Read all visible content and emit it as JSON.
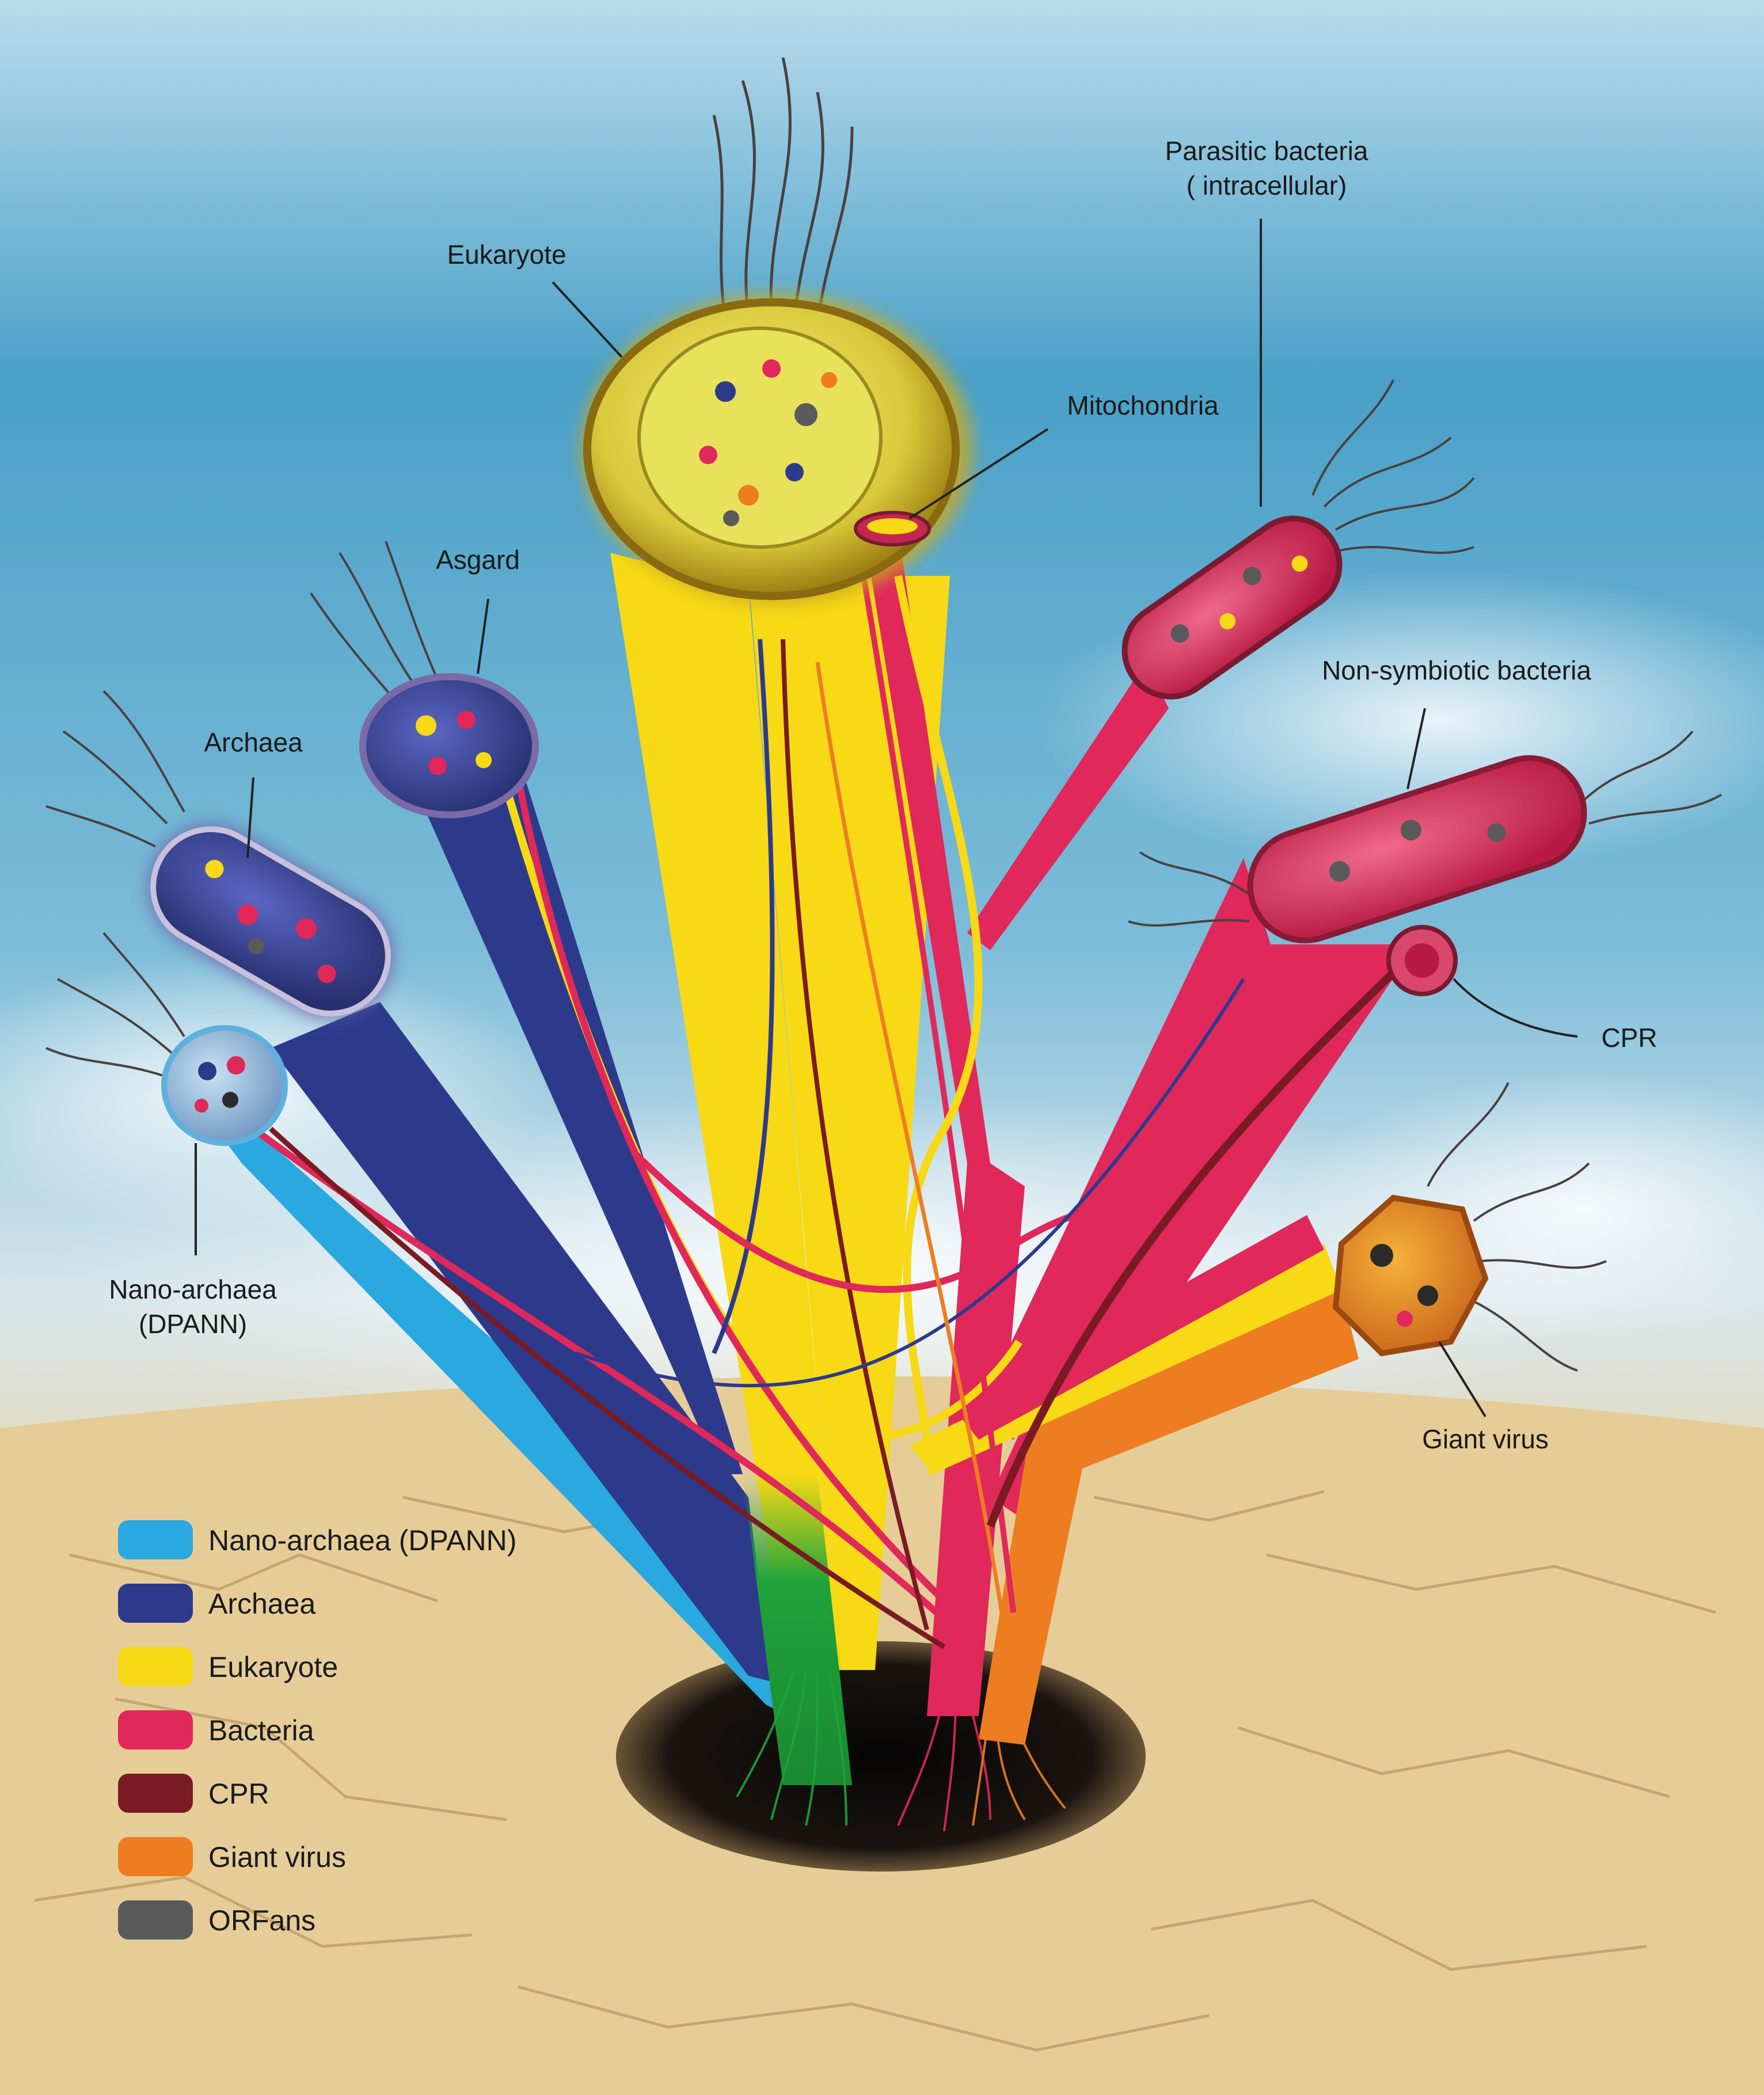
{
  "labels": {
    "eukaryote": "Eukaryote",
    "parasitic_line1": "Parasitic bacteria",
    "parasitic_line2": "( intracellular)",
    "mitochondria": "Mitochondria",
    "asgard": "Asgard",
    "archaea": "Archaea",
    "non_symbiotic": "Non-symbiotic bacteria",
    "cpr": "CPR",
    "nano_line1": "Nano-archaea",
    "nano_line2": "(DPANN)",
    "giant_virus": "Giant virus"
  },
  "legend": [
    {
      "label": "Nano-archaea (DPANN)",
      "color": "#2aa8e0"
    },
    {
      "label": "Archaea",
      "color": "#2d3a8c"
    },
    {
      "label": "Eukaryote",
      "color": "#f7d916"
    },
    {
      "label": "Bacteria",
      "color": "#e0285a"
    },
    {
      "label": "CPR",
      "color": "#7a1a22"
    },
    {
      "label": "Giant virus",
      "color": "#ee7d22"
    },
    {
      "label": "ORFans",
      "color": "#5a5a5a"
    }
  ],
  "colors": {
    "trunk_root": "#1fa33a",
    "sky_top": "#2f8fb8",
    "sand": "#e8cf9c"
  }
}
